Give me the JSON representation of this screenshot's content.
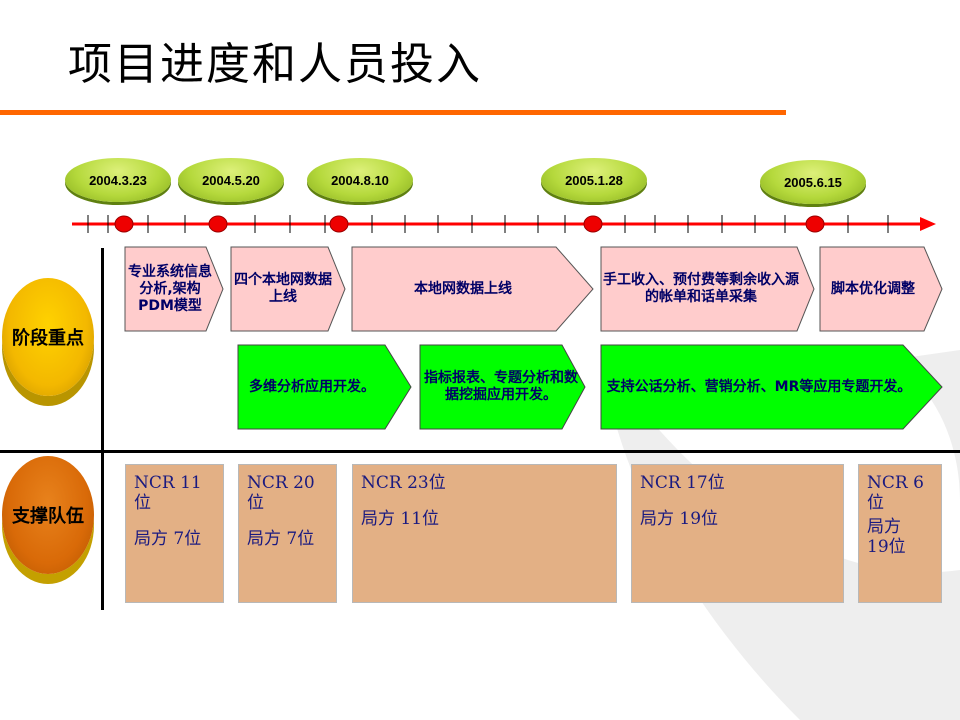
{
  "title": "项目进度和人员投入",
  "milestones": [
    "2004.3.23",
    "2004.5.20",
    "2004.8.10",
    "2005.1.28",
    "2005.6.15"
  ],
  "rows": {
    "stage": "阶段重点",
    "support": "支撑队伍"
  },
  "stage_shapes": [
    {
      "label": "专业系统信息分析,架构PDM模型"
    },
    {
      "label": "四个本地网数据上线"
    },
    {
      "label": "本地网数据上线"
    },
    {
      "label": "手工收入、预付费等剩余收入源的帐单和话单采集"
    },
    {
      "label": "脚本优化调整"
    }
  ],
  "app_shapes": [
    {
      "label": "多维分析应用开发。"
    },
    {
      "label": "指标报表、专题分析和数据挖掘应用开发。"
    },
    {
      "label": "支持公话分析、营销分析、MR等应用专题开发。"
    }
  ],
  "support_boxes": [
    {
      "ncr": "NCR 11位",
      "local": "局方 7位"
    },
    {
      "ncr": "NCR 20位",
      "local": "局方 7位"
    },
    {
      "ncr": "NCR 23位",
      "local": "局方 11位"
    },
    {
      "ncr": "NCR 17位",
      "local": "局方 19位"
    },
    {
      "ncr": "NCR 6\n位",
      "local": "局方\n19位"
    }
  ],
  "colors": {
    "accent_rule": "#ff6600",
    "stage_shape": "#ffcccc",
    "app_shape": "#00ff00",
    "support_box": "#e3b085",
    "timeline": "#ff0000",
    "milestone": "#b5d93c"
  }
}
